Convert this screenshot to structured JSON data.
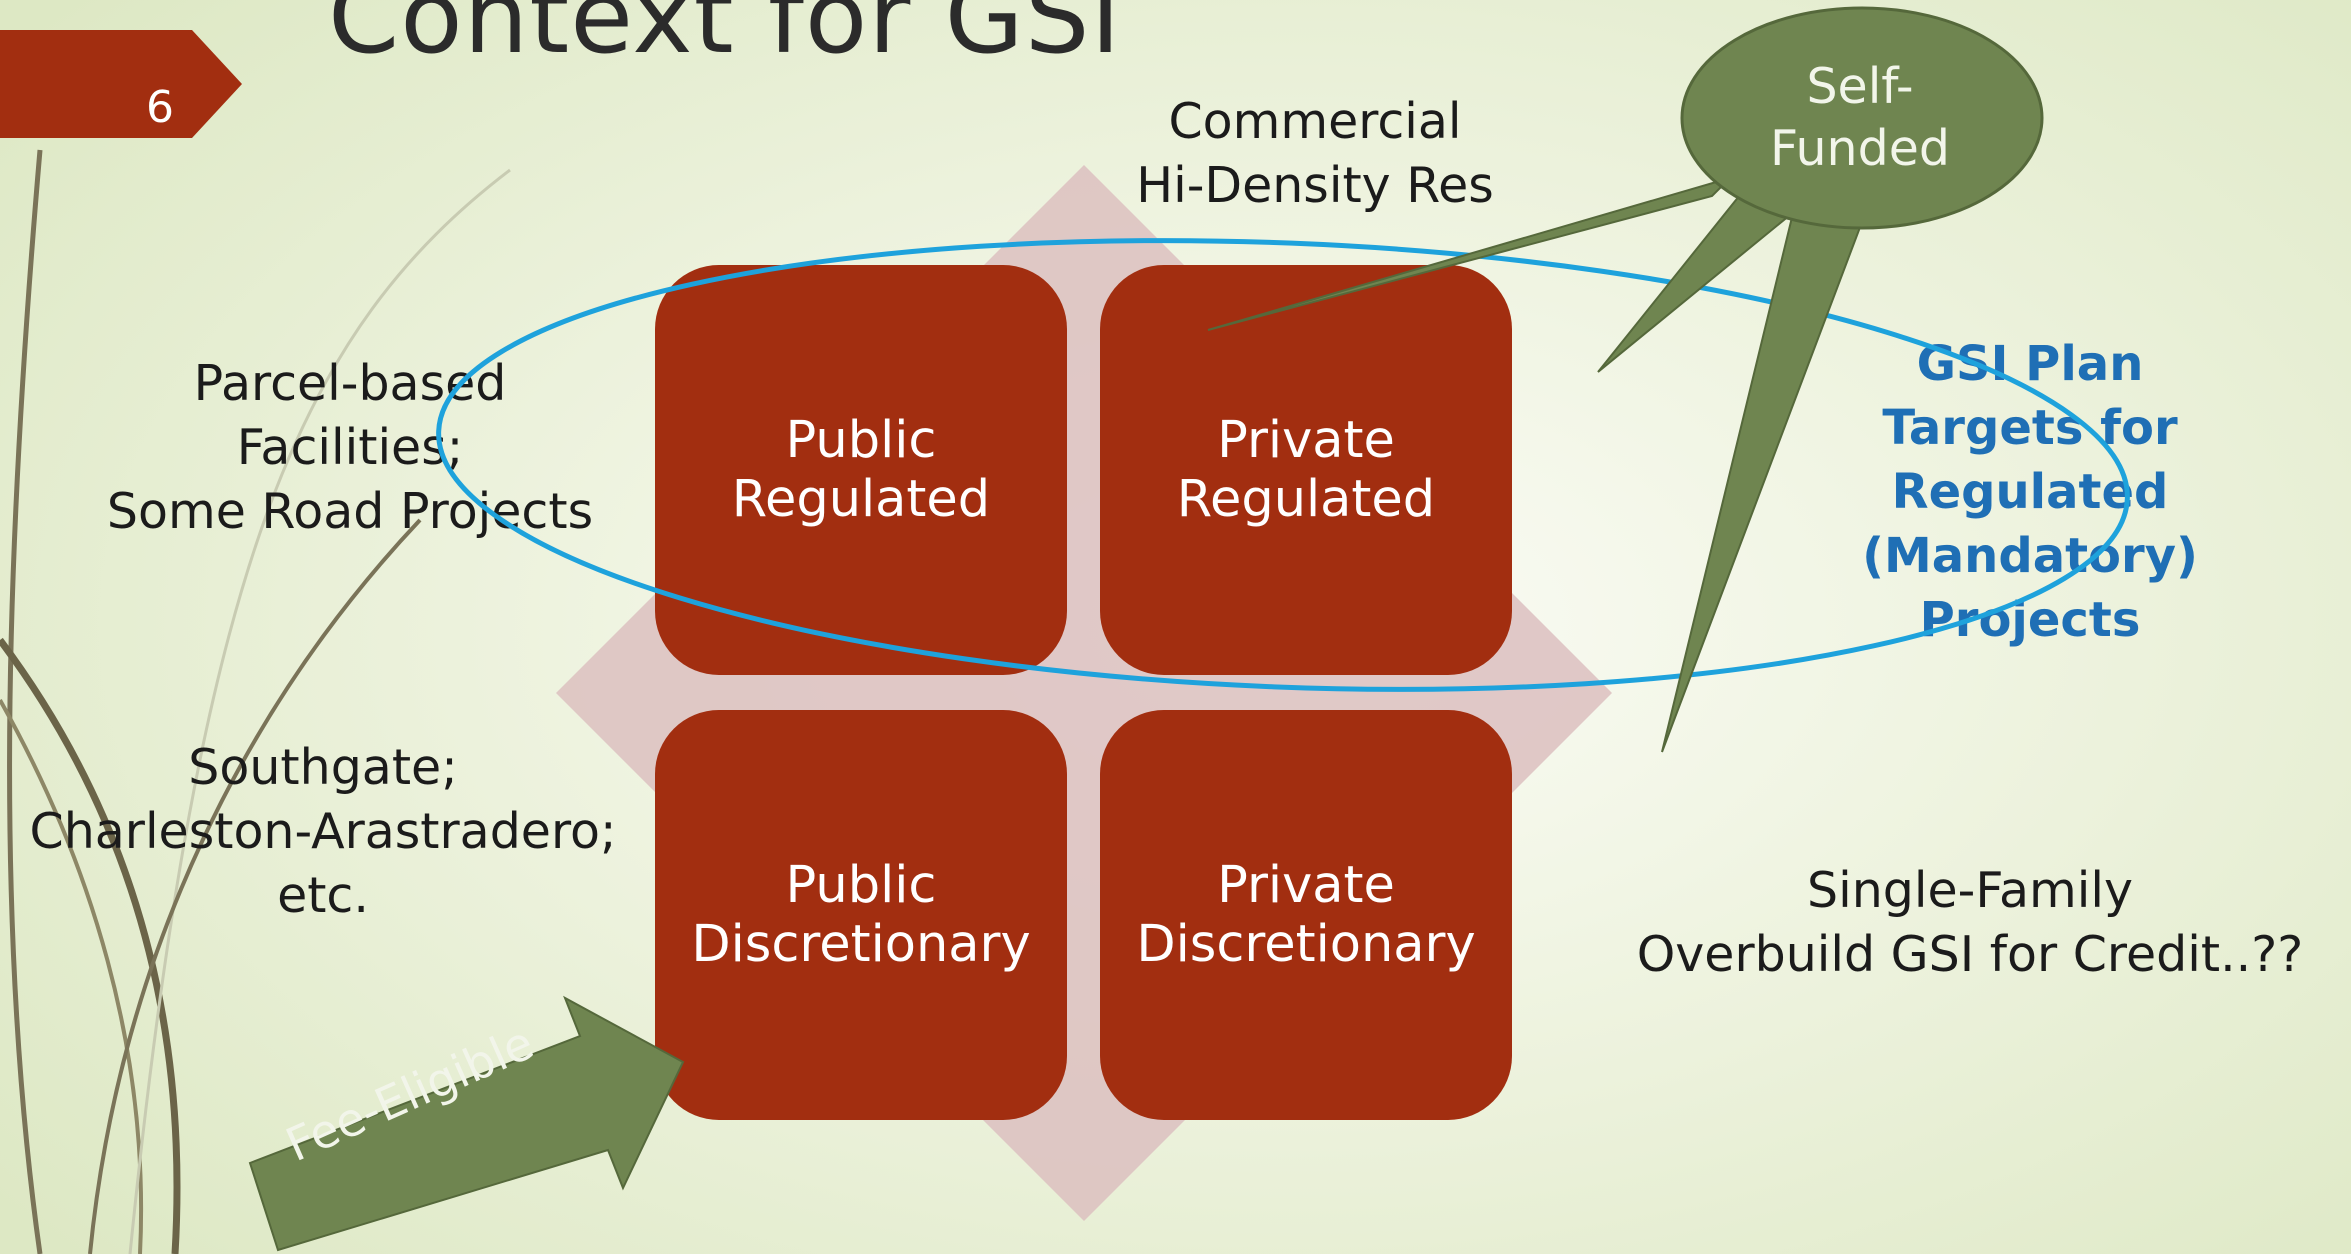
{
  "slide": {
    "title": "Context for GSI",
    "number": "6"
  },
  "quadrants": {
    "public_regulated": [
      "Public",
      "Regulated"
    ],
    "private_regulated": [
      "Private",
      "Regulated"
    ],
    "public_discretionary": [
      "Public",
      "Discretionary"
    ],
    "private_discretionary": [
      "Private",
      "Discretionary"
    ]
  },
  "labels": {
    "top": [
      "Commercial",
      "Hi-Density Res"
    ],
    "left_top": [
      "Parcel-based",
      "Facilities;",
      "Some Road Projects"
    ],
    "left_bottom": [
      "Southgate;",
      "Charleston-Arastradero;",
      "etc."
    ],
    "right_bottom": [
      "Single-Family",
      "Overbuild GSI for Credit..??"
    ]
  },
  "gsi_plan_note": [
    "GSI Plan",
    "Targets for",
    "Regulated",
    "(Mandatory)",
    "Projects"
  ],
  "callout": [
    "Self-",
    "Funded"
  ],
  "arrow_label": "Fee-Eligible",
  "colors": {
    "quadrant_fill": "#a22e10",
    "diamond_fill": "#dcbfbf",
    "ellipse_stroke": "#1ea2dc",
    "callout_fill": "#6f8550",
    "note_text": "#1f6fb5",
    "number_tab": "#a22e10"
  }
}
